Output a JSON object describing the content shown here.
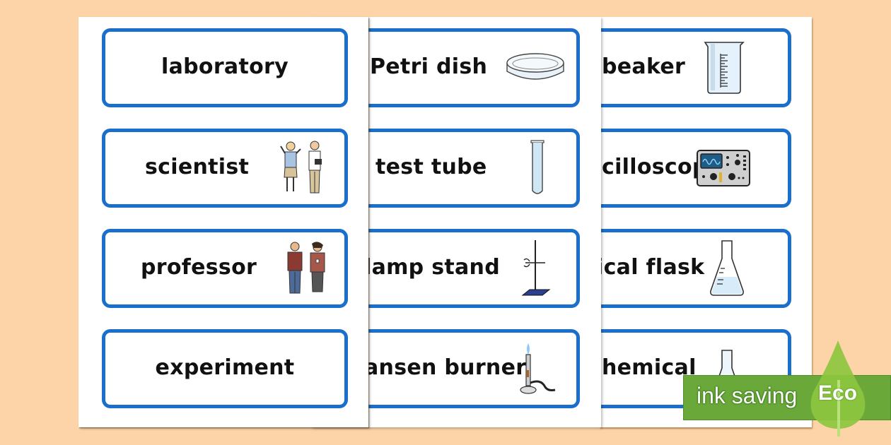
{
  "colors": {
    "background": "#fdd4a8",
    "card_border": "#1a6fcc",
    "eco_banner": "#6aa83a",
    "eco_leaf": "#8dc63f"
  },
  "pages": [
    {
      "cards": [
        {
          "word": "laboratory",
          "icon": "none"
        },
        {
          "word": "scientist",
          "icon": "scientists-icon"
        },
        {
          "word": "professor",
          "icon": "professors-icon"
        },
        {
          "word": "experiment",
          "icon": "none"
        }
      ]
    },
    {
      "cards": [
        {
          "word": "Petri dish",
          "icon": "petri-dish-icon"
        },
        {
          "word": "test tube",
          "icon": "test-tube-icon"
        },
        {
          "word": "lamp stand",
          "icon": "clamp-stand-icon"
        },
        {
          "word": "ansen burner",
          "icon": "bunsen-burner-icon"
        }
      ]
    },
    {
      "cards": [
        {
          "word": "beaker",
          "icon": "beaker-icon"
        },
        {
          "word": "cilloscope",
          "icon": "oscilloscope-icon"
        },
        {
          "word": "ical flask",
          "icon": "conical-flask-icon"
        },
        {
          "word": "hemical",
          "icon": "flask-icon"
        }
      ]
    }
  ],
  "eco_badge": {
    "text": "ink saving",
    "label": "Eco"
  }
}
